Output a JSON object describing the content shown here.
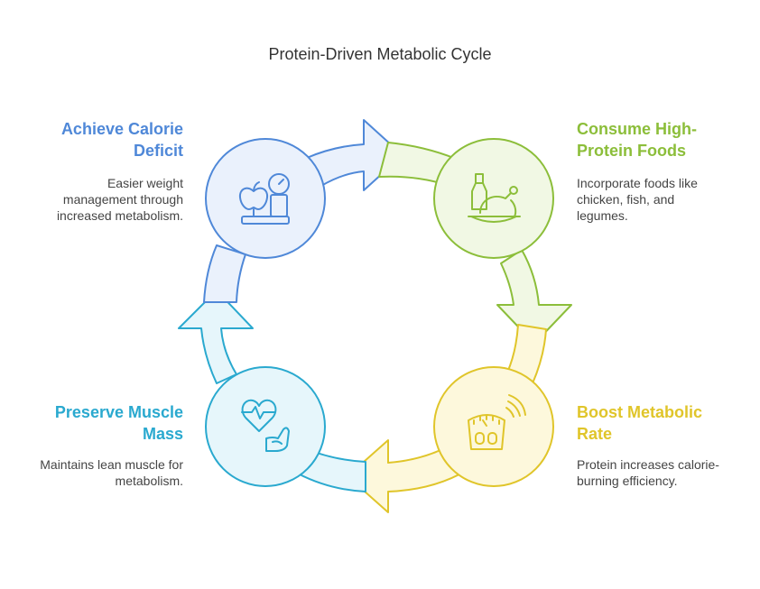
{
  "title": "Protein-Driven Metabolic Cycle",
  "colors": {
    "blue": "#4f88d8",
    "green": "#8cbe3a",
    "yellow": "#e0c52a",
    "cyan": "#2aa9cf"
  },
  "stages": [
    {
      "id": "achieve",
      "heading": "Achieve Calorie\nDeficit",
      "description": "Easier weight\nmanagement through\nincreased metabolism.",
      "icon": "scale-apple-icon",
      "color": "#4f88d8"
    },
    {
      "id": "consume",
      "heading": "Consume High-\nProtein Foods",
      "description": "Incorporate foods like\nchicken, fish, and\nlegumes.",
      "icon": "chicken-bottle-icon",
      "color": "#8cbe3a"
    },
    {
      "id": "boost",
      "heading": "Boost Metabolic\nRate",
      "description": "Protein increases calorie-\nburning efficiency.",
      "icon": "smart-scale-icon",
      "color": "#e0c52a"
    },
    {
      "id": "preserve",
      "heading": "Preserve Muscle\nMass",
      "description": "Maintains lean muscle for\nmetabolism.",
      "icon": "heart-muscle-icon",
      "color": "#2aa9cf"
    }
  ]
}
